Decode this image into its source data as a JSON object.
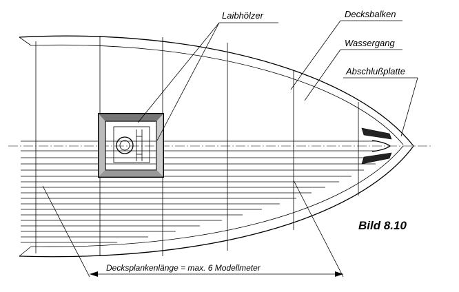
{
  "labels": {
    "laibhoelzer": "Laibhölzer",
    "decksbalken": "Decksbalken",
    "wassergang": "Wassergang",
    "abschlussplatte": "Abschlußplatte"
  },
  "dimension": {
    "text": "Decksplankenlänge = max. 6 Modellmeter"
  },
  "caption": "Bild 8.10"
}
